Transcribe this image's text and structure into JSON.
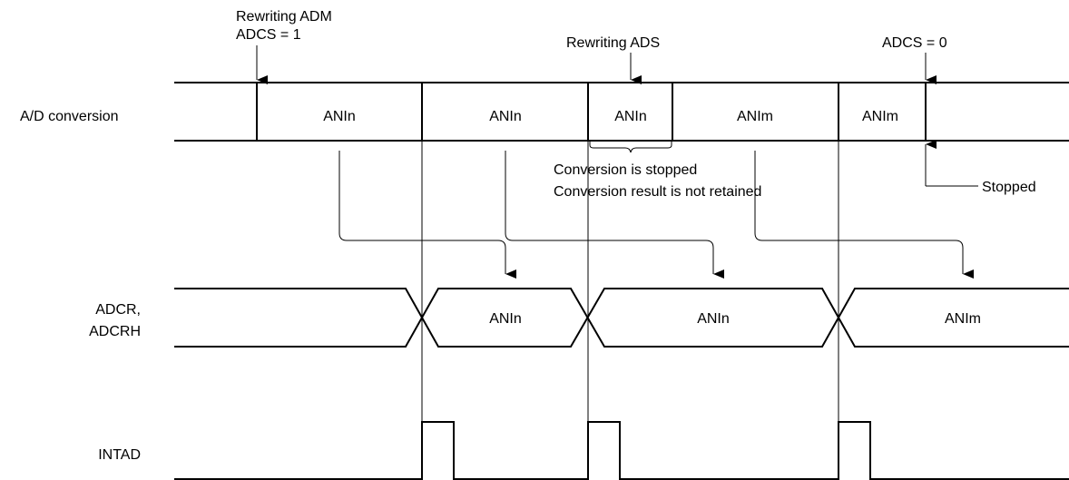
{
  "annotations": {
    "rewriting_adm": "Rewriting ADM",
    "adcs_1": "ADCS = 1",
    "rewriting_ads": "Rewriting ADS",
    "adcs_0": "ADCS = 0",
    "conversion_stopped": "Conversion is stopped",
    "result_not_retained": "Conversion result is not retained",
    "stopped": "Stopped"
  },
  "signals": {
    "ad_conversion": {
      "label": "A/D conversion",
      "segments": [
        "ANIn",
        "ANIn",
        "ANIn",
        "ANIm",
        "ANIm"
      ]
    },
    "adcr": {
      "label_line1": "ADCR,",
      "label_line2": "ADCRH",
      "segments": [
        "ANIn",
        "ANIn",
        "ANIm"
      ]
    },
    "intad": {
      "label": "INTAD"
    }
  }
}
